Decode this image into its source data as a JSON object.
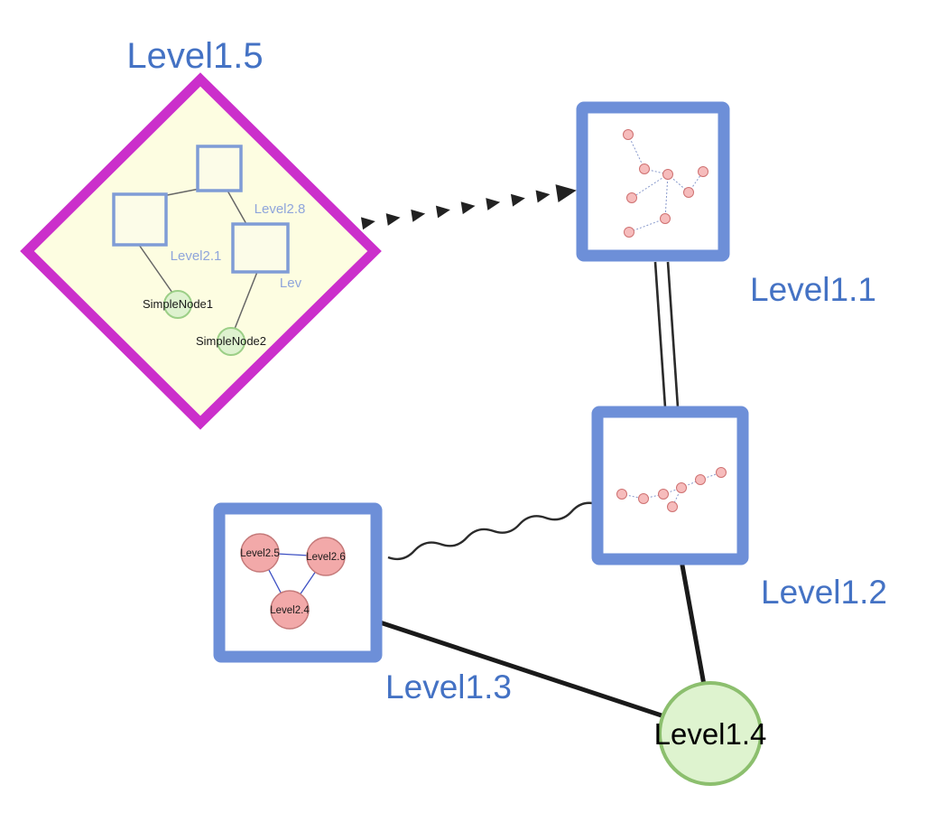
{
  "diagram": {
    "type": "nested-graph",
    "level1_nodes": [
      {
        "id": "level1_5",
        "label": "Level1.5",
        "shape": "diamond",
        "border_color": "#cb2fcb",
        "fill": "#fdfde1"
      },
      {
        "id": "level1_1",
        "label": "Level1.1",
        "shape": "square",
        "border_color": "#6d8fd8",
        "fill": "#ffffff"
      },
      {
        "id": "level1_2",
        "label": "Level1.2",
        "shape": "square",
        "border_color": "#6d8fd8",
        "fill": "#ffffff"
      },
      {
        "id": "level1_3",
        "label": "Level1.3",
        "shape": "square",
        "border_color": "#6d8fd8",
        "fill": "#ffffff"
      },
      {
        "id": "level1_4",
        "label": "Level1.4",
        "shape": "circle",
        "border_color": "#8cbf6e",
        "fill": "#def3cf"
      }
    ],
    "diamond_children": [
      {
        "id": "level2_8",
        "label": "Level2.8",
        "shape": "square"
      },
      {
        "id": "level2_1",
        "label": "Level2.1",
        "shape": "square"
      },
      {
        "id": "level2_x",
        "label": "Lev",
        "shape": "square"
      },
      {
        "id": "simple_node1",
        "label": "SimpleNode1",
        "shape": "circle"
      },
      {
        "id": "simple_node2",
        "label": "SimpleNode2",
        "shape": "circle"
      }
    ],
    "level1_3_children": [
      {
        "id": "level2_5",
        "label": "Level2.5",
        "shape": "circle"
      },
      {
        "id": "level2_6",
        "label": "Level2.6",
        "shape": "circle"
      },
      {
        "id": "level2_4",
        "label": "Level2.4",
        "shape": "circle"
      }
    ],
    "edges": [
      {
        "from": "Level1.5",
        "to": "Level1.1",
        "style": "thick-dashed-arrowheads"
      },
      {
        "from": "Level1.1",
        "to": "Level1.2",
        "style": "double-parallel-line"
      },
      {
        "from": "Level1.3",
        "to": "Level1.2",
        "style": "wavy-line"
      },
      {
        "from": "Level1.3",
        "to": "Level1.4",
        "style": "solid-thick"
      },
      {
        "from": "Level1.2",
        "to": "Level1.4",
        "style": "solid-thick"
      }
    ],
    "colors": {
      "label_blue": "#4472c4",
      "inner_label_blue": "#8fa5db",
      "magenta_border": "#cb2fcb",
      "blue_box_border": "#6d8fd8",
      "green_fill": "#def3cf",
      "green_border": "#8cbf6e",
      "pink_fill": "#f2a9a9",
      "pink_border": "#c57a7a",
      "edge_color": "#1a1a1a"
    }
  }
}
